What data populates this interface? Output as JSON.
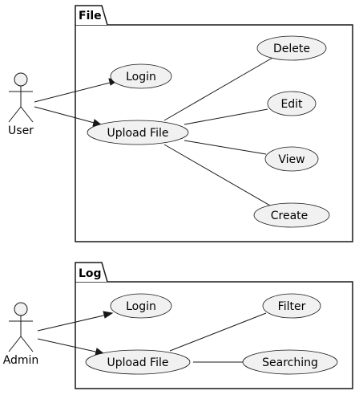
{
  "packages": {
    "file": {
      "title": "File"
    },
    "log": {
      "title": "Log"
    }
  },
  "actors": {
    "user": {
      "label": "User"
    },
    "admin": {
      "label": "Admin"
    }
  },
  "usecases": {
    "file_login": "Login",
    "file_upload": "Upload File",
    "file_delete": "Delete",
    "file_edit": "Edit",
    "file_view": "View",
    "file_create": "Create",
    "log_login": "Login",
    "log_upload": "Upload File",
    "log_filter": "Filter",
    "log_searching": "Searching"
  },
  "colors": {
    "line": "#181818",
    "usecase_fill": "#f1f1f1",
    "background": "#ffffff"
  }
}
